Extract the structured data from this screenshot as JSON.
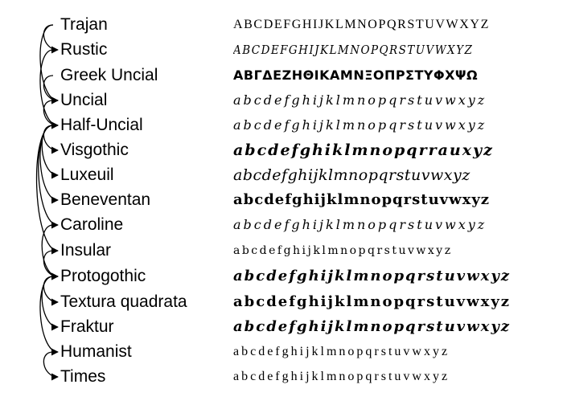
{
  "scripts": [
    {
      "name": "Trajan",
      "sample": "ABCDEFGHIJKLMNOPQRSTUVWXYZ"
    },
    {
      "name": "Rustic",
      "sample": "ABCDEFGHIJKLMNOPQRSTUVWXYZ"
    },
    {
      "name": "Greek Uncial",
      "sample": "ΑΒΓΔΕΖΗΘΙΚΑΜΝΞΟΠΡΣΤΥΦΧΨΩ"
    },
    {
      "name": "Uncial",
      "sample": "abcdefghijklmnopqrstuvwxyz"
    },
    {
      "name": "Half-Uncial",
      "sample": "abcdefghijklmnopqrstuvwxyz"
    },
    {
      "name": "Visgothic",
      "sample": "abcdefghiklmnopqrrauxyz"
    },
    {
      "name": "Luxeuil",
      "sample": "abcdefghijklmnopqrstuvwxyz"
    },
    {
      "name": "Beneventan",
      "sample": "abcdefghijklmnopqrstuvwxyz"
    },
    {
      "name": "Caroline",
      "sample": "abcdefghijklmnopqrstuvwxyz"
    },
    {
      "name": "Insular",
      "sample": "abcdefghijklmnopqrstuvwxyz"
    },
    {
      "name": "Protogothic",
      "sample": "abcdefghijklmnopqrstuvwxyz"
    },
    {
      "name": "Textura quadrata",
      "sample": "abcdefghijklmnopqrstuvwxyz"
    },
    {
      "name": "Fraktur",
      "sample": "abcdefghijklmnopqrstuvwxyz"
    },
    {
      "name": "Humanist",
      "sample": "abcdefghijklmnopqrstuvwxyz"
    },
    {
      "name": "Times",
      "sample": "abcdefghijklmnopqrstuvwxyz"
    }
  ],
  "lineage": [
    {
      "from": "Trajan",
      "to": "Rustic"
    },
    {
      "from": "Trajan",
      "to": "Uncial"
    },
    {
      "from": "Greek Uncial",
      "to": "Uncial"
    },
    {
      "from": "Rustic",
      "to": "Half-Uncial"
    },
    {
      "from": "Uncial",
      "to": "Half-Uncial"
    },
    {
      "from": "Half-Uncial",
      "to": "Visgothic"
    },
    {
      "from": "Half-Uncial",
      "to": "Luxeuil"
    },
    {
      "from": "Half-Uncial",
      "to": "Beneventan"
    },
    {
      "from": "Half-Uncial",
      "to": "Caroline"
    },
    {
      "from": "Half-Uncial",
      "to": "Insular"
    },
    {
      "from": "Caroline",
      "to": "Protogothic"
    },
    {
      "from": "Insular",
      "to": "Protogothic"
    },
    {
      "from": "Protogothic",
      "to": "Textura quadrata"
    },
    {
      "from": "Protogothic",
      "to": "Fraktur"
    },
    {
      "from": "Protogothic",
      "to": "Humanist"
    },
    {
      "from": "Humanist",
      "to": "Times"
    }
  ],
  "colors": {
    "text": "#000000",
    "arrow": "#000000",
    "background": "#ffffff"
  }
}
